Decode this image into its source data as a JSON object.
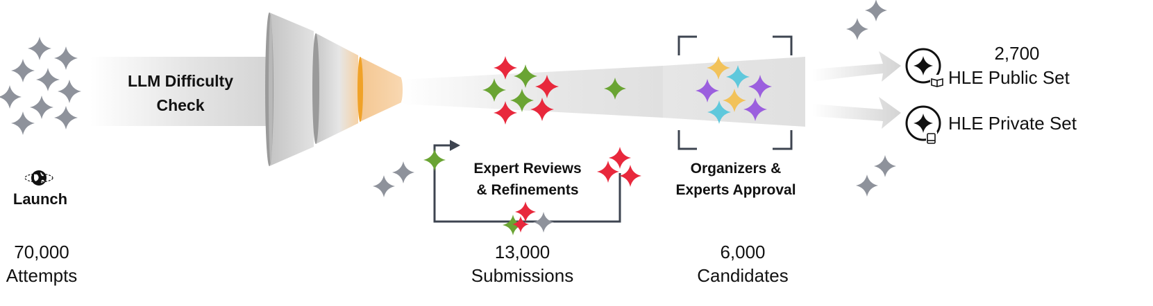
{
  "stages": {
    "launch": {
      "label": "Launch",
      "count": "70,000",
      "unit": "Attempts",
      "icon": "globe-icon"
    },
    "llm_check": {
      "line1": "LLM Difficulty",
      "line2": "Check"
    },
    "expert_reviews": {
      "line1": "Expert Reviews",
      "line2": "& Refinements",
      "count": "13,000",
      "unit": "Submissions"
    },
    "approval": {
      "line1": "Organizers &",
      "line2": "Experts Approval",
      "count": "6,000",
      "unit": "Candidates"
    }
  },
  "outputs": {
    "public": {
      "count": "2,700",
      "label": "HLE Public Set",
      "icon": "book-icon"
    },
    "private": {
      "label": "HLE Private Set",
      "icon": "lock-icon"
    }
  },
  "colors": {
    "gray_star": "#8e929b",
    "red_star": "#e8283c",
    "green_star": "#6aa433",
    "yellow_star": "#f2c25a",
    "cyan_star": "#5fc8dc",
    "purple_star": "#9b5fde",
    "orange_accent": "#f4a630",
    "funnel_gray": "#d4d4d4",
    "bracket": "#3d4450"
  }
}
